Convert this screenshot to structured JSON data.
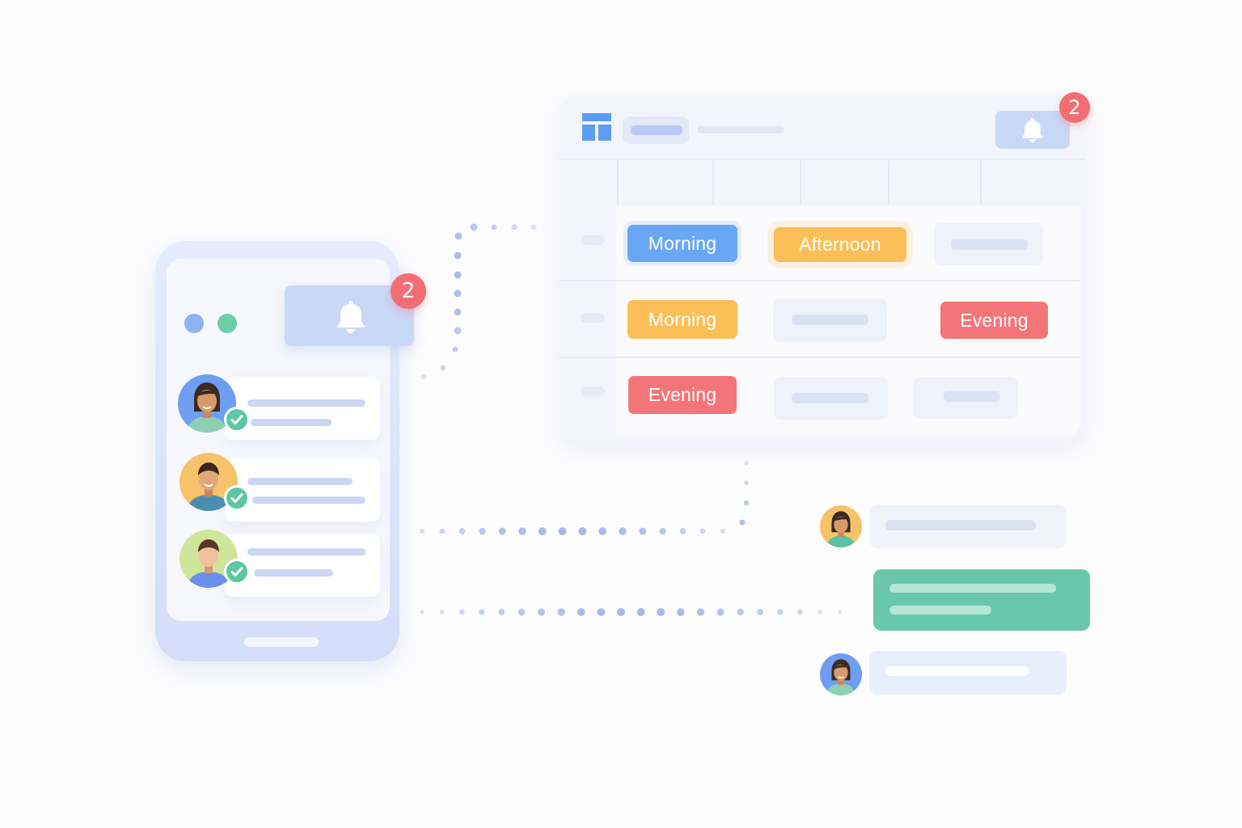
{
  "phone": {
    "notification_badge": "2",
    "status_dot_colors": [
      "#8fb2f2",
      "#6ccfa8"
    ],
    "bell_icon": "bell-icon",
    "check_icon": "check-circle-icon",
    "users": [
      {
        "avatar": "woman-avatar",
        "avatar_bg": "#6f9ef0",
        "checked": true
      },
      {
        "avatar": "man-avatar",
        "avatar_bg": "#f6c26a",
        "checked": true
      },
      {
        "avatar": "man-avatar",
        "avatar_bg": "#cfe69a",
        "checked": true
      }
    ]
  },
  "schedule": {
    "app_icon": "layout-grid-icon",
    "bell_icon": "bell-icon",
    "notification_badge": "2",
    "rows": [
      {
        "cells": [
          {
            "label": "Morning",
            "color": "#6aa6f6"
          },
          {
            "label": "Afternoon",
            "color": "#fbbf58"
          },
          {
            "label": "",
            "placeholder": true
          }
        ]
      },
      {
        "cells": [
          {
            "label": "Morning",
            "color": "#fbbf58"
          },
          {
            "label": "",
            "placeholder": true
          },
          {
            "label": "Evening",
            "color": "#f47578"
          }
        ]
      },
      {
        "cells": [
          {
            "label": "Evening",
            "color": "#f47578"
          },
          {
            "label": "",
            "placeholder": true
          },
          {
            "label": "",
            "placeholder": true
          }
        ]
      }
    ]
  },
  "chat": {
    "messages": [
      {
        "from": "other",
        "avatar": "woman-avatar",
        "color": "#f1f3fb"
      },
      {
        "from": "self",
        "color": "#69c7ab"
      },
      {
        "from": "other",
        "avatar": "woman-avatar",
        "color": "#e8effc"
      }
    ]
  },
  "colors": {
    "accent_blue": "#6aa6f6",
    "accent_orange": "#fbbf58",
    "accent_red": "#f47578",
    "accent_green": "#69c7ab",
    "badge_red": "#f26e73"
  }
}
